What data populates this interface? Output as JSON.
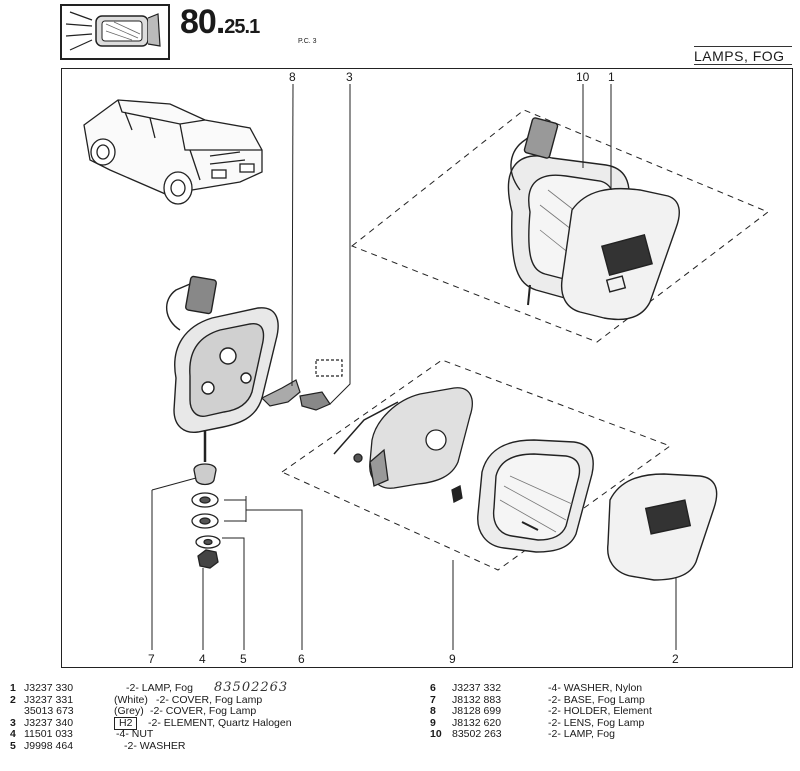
{
  "header": {
    "section_number": "80.",
    "section_suffix": "25.1",
    "pc_ref": "P.C. 3",
    "section_title": "LAMPS, FOG"
  },
  "icons": {
    "header": "fog-lamp-icon",
    "vehicle": "car-illustration"
  },
  "callouts": [
    "8",
    "3",
    "10",
    "1",
    "7",
    "4",
    "5",
    "6",
    "9",
    "2"
  ],
  "parts_left": [
    {
      "index": "1",
      "part_no": "J3237 330",
      "prefix": "",
      "desc": "-2- LAMP, Fog"
    },
    {
      "index": "2",
      "part_no": "J3237 331",
      "prefix": "(White)",
      "desc": "-2- COVER, Fog Lamp"
    },
    {
      "index": "",
      "part_no": "35013 673",
      "prefix": "(Grey)",
      "desc": "-2- COVER, Fog Lamp"
    },
    {
      "index": "3",
      "part_no": "J3237 340",
      "prefix": "H2",
      "desc": "-2- ELEMENT, Quartz Halogen"
    },
    {
      "index": "4",
      "part_no": "11501 033",
      "prefix": "",
      "desc": "-4- NUT"
    },
    {
      "index": "5",
      "part_no": "J9998 464",
      "prefix": "",
      "desc": "-2- WASHER"
    }
  ],
  "parts_right": [
    {
      "index": "6",
      "part_no": "J3237 332",
      "desc": "-4- WASHER, Nylon"
    },
    {
      "index": "7",
      "part_no": "J8132 883",
      "desc": "-2- BASE, Fog Lamp"
    },
    {
      "index": "8",
      "part_no": "J8128 699",
      "desc": "-2- HOLDER, Element"
    },
    {
      "index": "9",
      "part_no": "J8132 620",
      "desc": "-2- LENS, Fog Lamp"
    },
    {
      "index": "10",
      "part_no": "83502 263",
      "desc": "-2- LAMP, Fog"
    }
  ],
  "handwritten_note": "83502263"
}
